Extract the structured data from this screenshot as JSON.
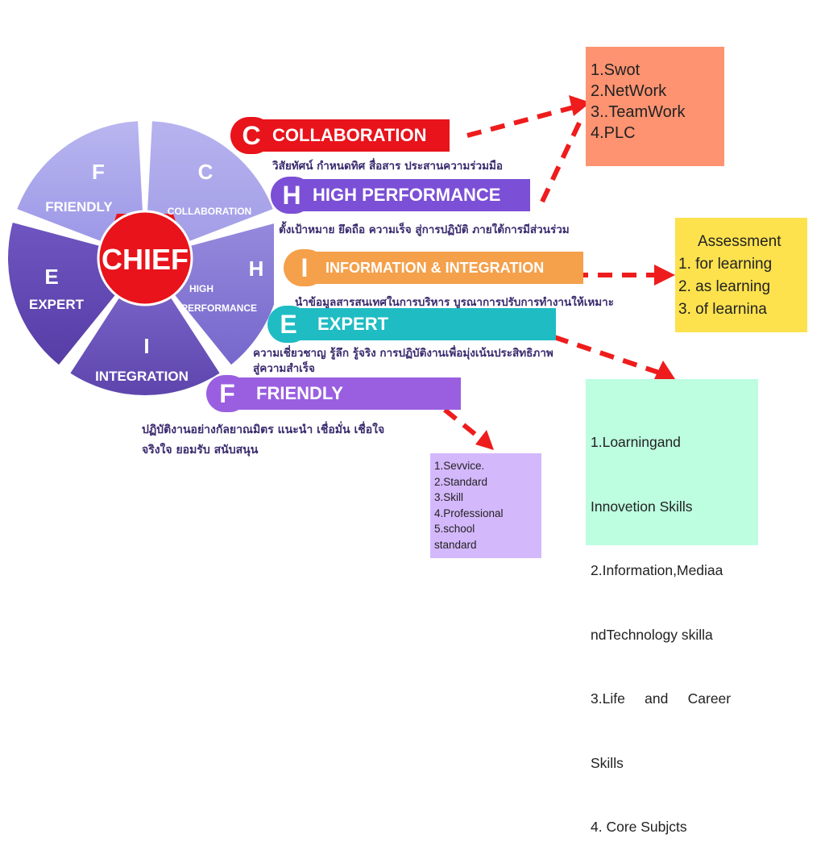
{
  "wheel": {
    "center": "CHIEF",
    "segments": [
      {
        "letter": "F",
        "label": "FRIENDLY"
      },
      {
        "letter": "C",
        "label": "COLLABORATION"
      },
      {
        "letter": "H",
        "label": "HIGH",
        "label2": "PERFORMANCE"
      },
      {
        "letter": "I",
        "label": "INTEGRATION"
      },
      {
        "letter": "E",
        "label": "EXPERT"
      }
    ]
  },
  "banners": {
    "c": {
      "letter": "C",
      "title": "COLLABORATION",
      "desc": "วิสัยทัศน์ กำหนดทิศ สื่อสาร ประสานความร่วมมือ"
    },
    "h": {
      "letter": "H",
      "title": "HIGH PERFORMANCE",
      "desc": "ตั้งเป้าหมาย ยึดถือ ความเร็จ สู่การปฏิบัติ ภายใต้การมีส่วนร่วม"
    },
    "i": {
      "letter": "I",
      "title": "INFORMATION & INTEGRATION",
      "desc": "นำข้อมูลสารสนเทศในการบริหาร บูรณาการปรับการทำงานให้เหมาะ"
    },
    "e": {
      "letter": "E",
      "title": "EXPERT",
      "desc1": "ความเชี่ยวชาญ รู้ลึก รู้จริง การปฏิบัติงานเพื่อมุ่งเน้นประสิทธิภาพ",
      "desc2": "สู่ความสำเร็จ"
    },
    "f": {
      "letter": "F",
      "title": "FRIENDLY",
      "desc1": "ปฏิบัติงานอย่างกัลยาณมิตร แนะนำ เชื่อมั่น  เชื่อใจ",
      "desc2": "จริงใจ  ยอมรับ สนับสนุน"
    }
  },
  "boxes": {
    "collab": [
      "1.Swot",
      "2.NetWork",
      "3..TeamWork",
      "4.PLC"
    ],
    "assessment": {
      "title": "Assessment",
      "items": [
        "1. for learning",
        "2.  as learning",
        "3.  of learnina"
      ]
    },
    "skills": [
      "1.Loarningand",
      "Innovetion Skills",
      "2.Information,Mediaa",
      "ndTechnology skilla",
      "3.Life     and     Career",
      "Skills",
      "4. Core Subjcts"
    ],
    "friendly": [
      "1.Sevvice.",
      "2.Standard",
      "3.Skill",
      "4.Professional",
      "5.school",
      "standard"
    ]
  },
  "colors": {
    "red": "#e8131b",
    "purple": "#7b4fd6",
    "orange": "#f5a04a",
    "teal": "#1fbcc4",
    "violet": "#9a5fe0",
    "salmon": "#fd9371",
    "yellow": "#fde24e",
    "mint": "#bdfde0",
    "lavender": "#d4b8fc"
  }
}
